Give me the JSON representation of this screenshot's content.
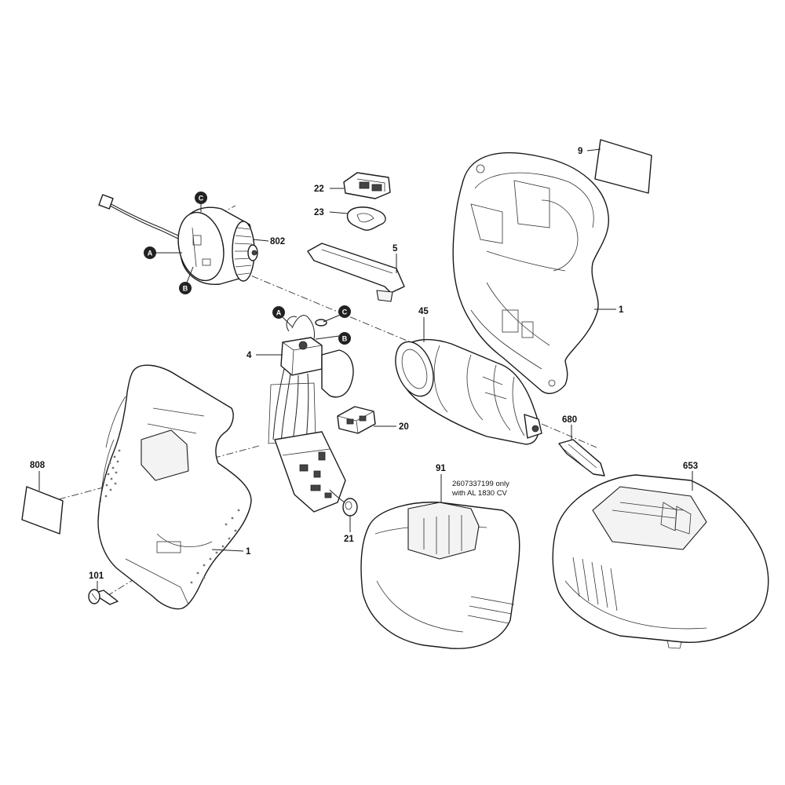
{
  "callouts": {
    "c9": "9",
    "c22": "22",
    "c23": "23",
    "c802": "802",
    "c5": "5",
    "c1_top": "1",
    "c45": "45",
    "c4": "4",
    "c20": "20",
    "c680": "680",
    "c808": "808",
    "c91": "91",
    "c653": "653",
    "c21": "21",
    "c1_bottom": "1",
    "c101": "101"
  },
  "badges": {
    "motor_a": "A",
    "motor_b": "B",
    "motor_c": "C",
    "switch_a": "A",
    "switch_b": "B",
    "switch_c": "C"
  },
  "notes": {
    "part91_line1": "2607337199 only",
    "part91_line2": "with AL 1830 CV"
  }
}
